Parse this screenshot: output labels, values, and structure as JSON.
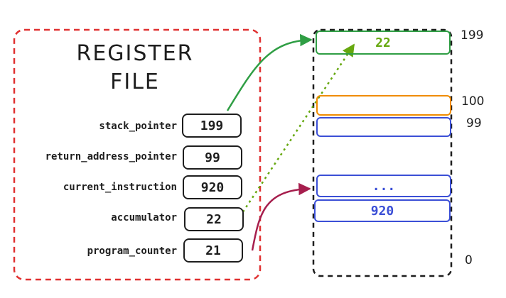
{
  "register_file": {
    "title_line1": "REGISTER",
    "title_line2": "FILE",
    "registers": [
      {
        "name": "stack_pointer",
        "value": "199"
      },
      {
        "name": "return_address_pointer",
        "value": "99"
      },
      {
        "name": "current_instruction",
        "value": "920"
      },
      {
        "name": "accumulator",
        "value": "22"
      },
      {
        "name": "program_counter",
        "value": "21"
      }
    ]
  },
  "memory": {
    "cells": [
      {
        "id": "cell-199",
        "text": "22",
        "color": "#2f9e44"
      },
      {
        "id": "cell-100",
        "text": "",
        "color": "#f08c00"
      },
      {
        "id": "cell-99",
        "text": "",
        "color": "#3b4fd6"
      },
      {
        "id": "cell-ellipsis",
        "text": "...",
        "color": "#3b4fd6"
      },
      {
        "id": "cell-920",
        "text": "920",
        "color": "#3b4fd6"
      }
    ],
    "addresses": [
      "199",
      "100",
      "99",
      "0"
    ]
  },
  "colors": {
    "register_border": "#e03131",
    "memory_border": "#1e1e1e",
    "arrow_stack": "#2f9e44",
    "arrow_accumulator": "#66a80f",
    "arrow_program": "#a61e4d",
    "accumulator_value": "#66a80f",
    "instruction_value": "#3b4fd6"
  }
}
